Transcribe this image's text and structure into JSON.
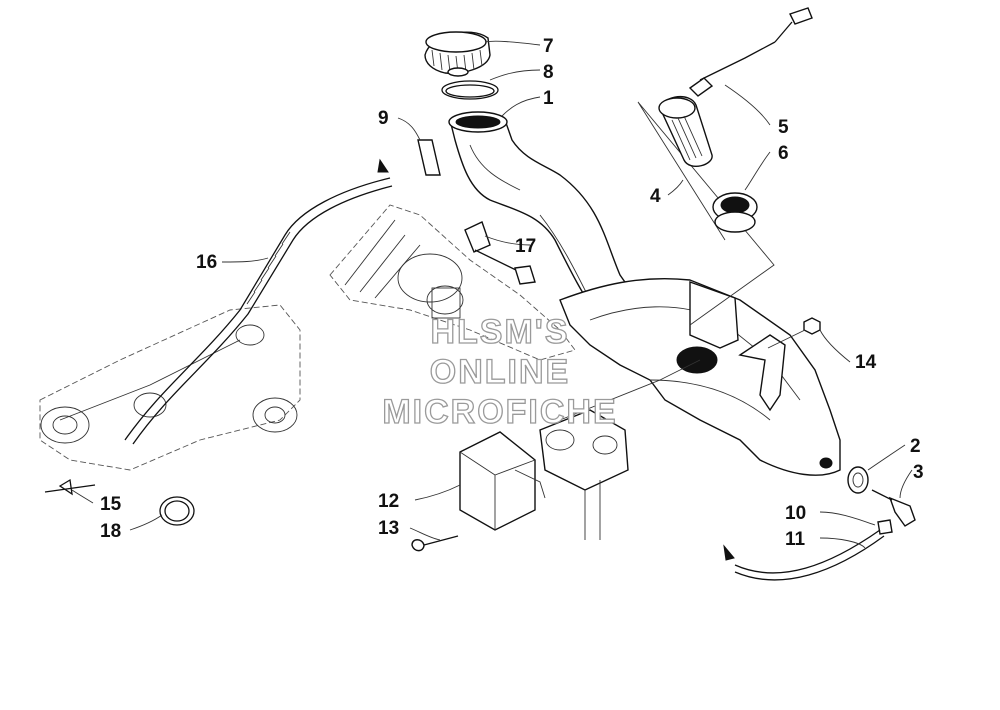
{
  "watermark": {
    "line1": "HLSM'S",
    "line2": "ONLINE",
    "line3": "MICROFICHE"
  },
  "callouts": [
    {
      "id": "c1",
      "label": "1"
    },
    {
      "id": "c2",
      "label": "2"
    },
    {
      "id": "c3",
      "label": "3"
    },
    {
      "id": "c4",
      "label": "4"
    },
    {
      "id": "c5",
      "label": "5"
    },
    {
      "id": "c6",
      "label": "6"
    },
    {
      "id": "c7",
      "label": "7"
    },
    {
      "id": "c8",
      "label": "8"
    },
    {
      "id": "c9",
      "label": "9"
    },
    {
      "id": "c10",
      "label": "10"
    },
    {
      "id": "c11",
      "label": "11"
    },
    {
      "id": "c12",
      "label": "12"
    },
    {
      "id": "c13",
      "label": "13"
    },
    {
      "id": "c14",
      "label": "14"
    },
    {
      "id": "c15",
      "label": "15"
    },
    {
      "id": "c16",
      "label": "16"
    },
    {
      "id": "c17",
      "label": "17"
    },
    {
      "id": "c18",
      "label": "18"
    }
  ]
}
